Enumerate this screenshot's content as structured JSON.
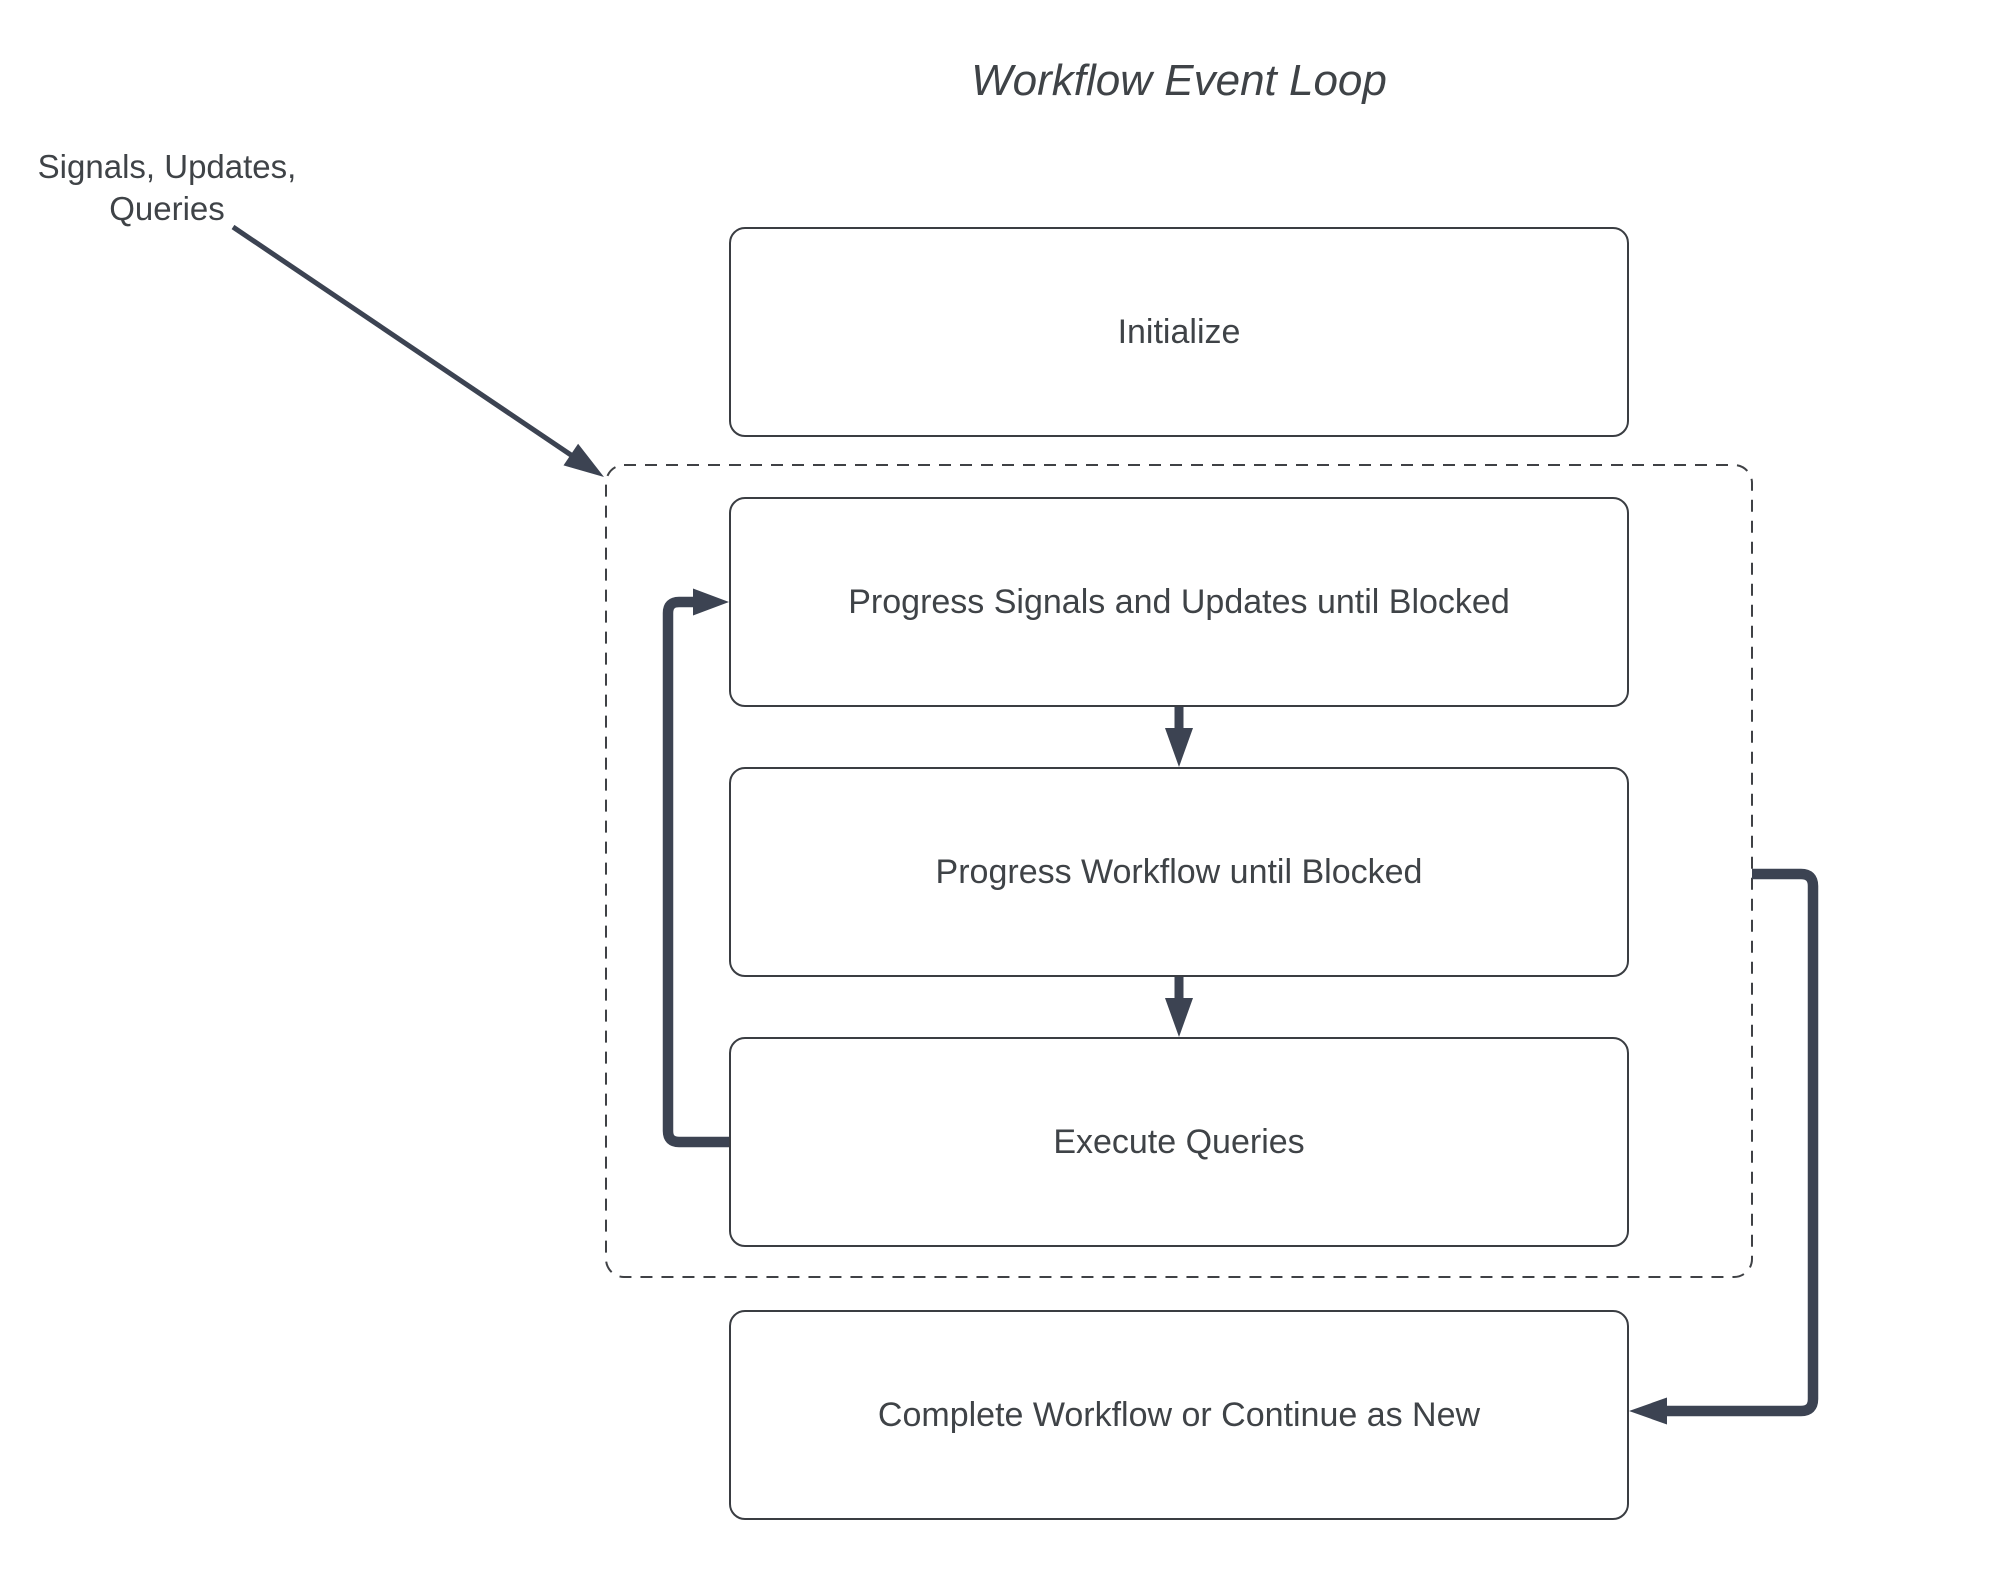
{
  "title": "Workflow Event Loop",
  "external_label": {
    "line1": "Signals, Updates,",
    "line2": "Queries"
  },
  "nodes": {
    "initialize": {
      "label": "Initialize"
    },
    "progress_signals": {
      "label": "Progress Signals and Updates until Blocked"
    },
    "progress_workflow": {
      "label": "Progress Workflow until Blocked"
    },
    "execute_queries": {
      "label": "Execute Queries"
    },
    "complete": {
      "label": "Complete Workflow or Continue as New"
    }
  },
  "colors": {
    "background": "#ffffff",
    "connector": "#3c4352",
    "node_border": "#3a3d42",
    "dashed_boundary": "#3f4145",
    "text": "#3f4347"
  }
}
